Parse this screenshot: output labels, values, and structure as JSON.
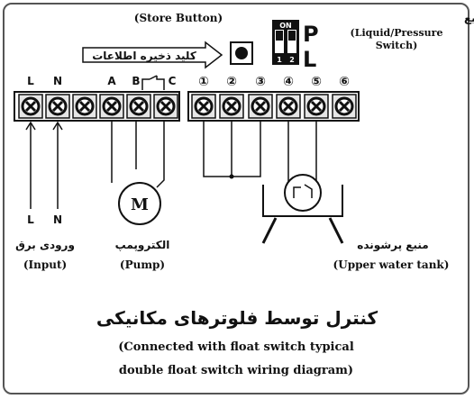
{
  "store_button": {
    "label_en": "(Store Button)",
    "label_fa": "کلید ذخیره اطلاعات"
  },
  "pressure_switch": {
    "dip_top": "ON",
    "dip_1": "1",
    "dip_2": "2",
    "letter_p": "P",
    "letter_l": "L",
    "label_fa": "کلید مربوط به فشار مایع",
    "label_en_1": "(Liquid/Pressure",
    "label_en_2": "Switch)"
  },
  "left_terminals": {
    "labels": [
      "L",
      "N",
      "",
      "A",
      "B",
      "C"
    ]
  },
  "right_terminals": {
    "labels": [
      "①",
      "②",
      "③",
      "④",
      "⑤",
      "⑥"
    ]
  },
  "input": {
    "l": "L",
    "n": "N",
    "label_fa": "ورودی برق",
    "label_en": "(Input)"
  },
  "pump": {
    "motor_letter": "M",
    "label_fa": "الکتروپمپ",
    "label_en": "(Pump)"
  },
  "tank": {
    "label_fa": "منبع پرشونده",
    "label_en": "(Upper water tank)"
  },
  "title": {
    "fa": "کنترل توسط فلوترهای مکانیکی",
    "en_1": "(Connected with float switch typical",
    "en_2": "double float switch wiring diagram)"
  },
  "colors": {
    "ink": "#111111",
    "terminal_fill": "#e6e6e6",
    "frame": "#555555"
  }
}
